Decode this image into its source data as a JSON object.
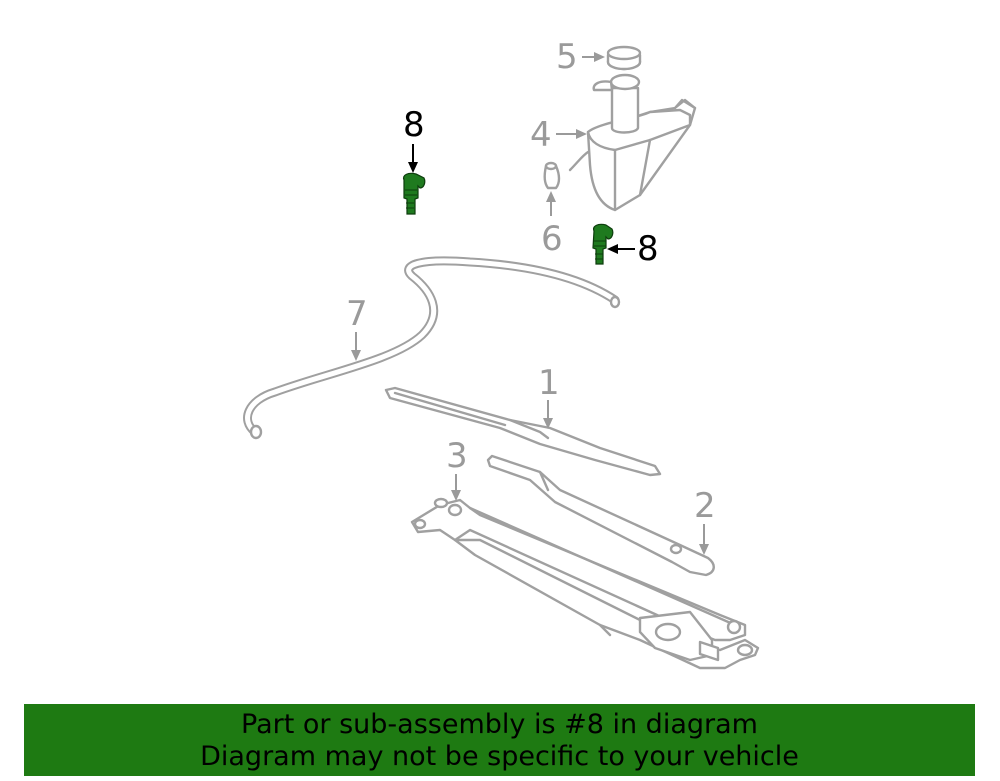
{
  "callouts": {
    "c1": "1",
    "c2": "2",
    "c3": "3",
    "c4": "4",
    "c5": "5",
    "c6": "6",
    "c7": "7",
    "c8a": "8",
    "c8b": "8"
  },
  "banner": {
    "line1": "Part or sub-assembly is #8 in diagram",
    "line2": "Diagram may not be specific to your vehicle",
    "color": "#1e7a12"
  },
  "colors": {
    "part_outline": "#a0a0a0",
    "highlight": "#1f7a1f"
  }
}
